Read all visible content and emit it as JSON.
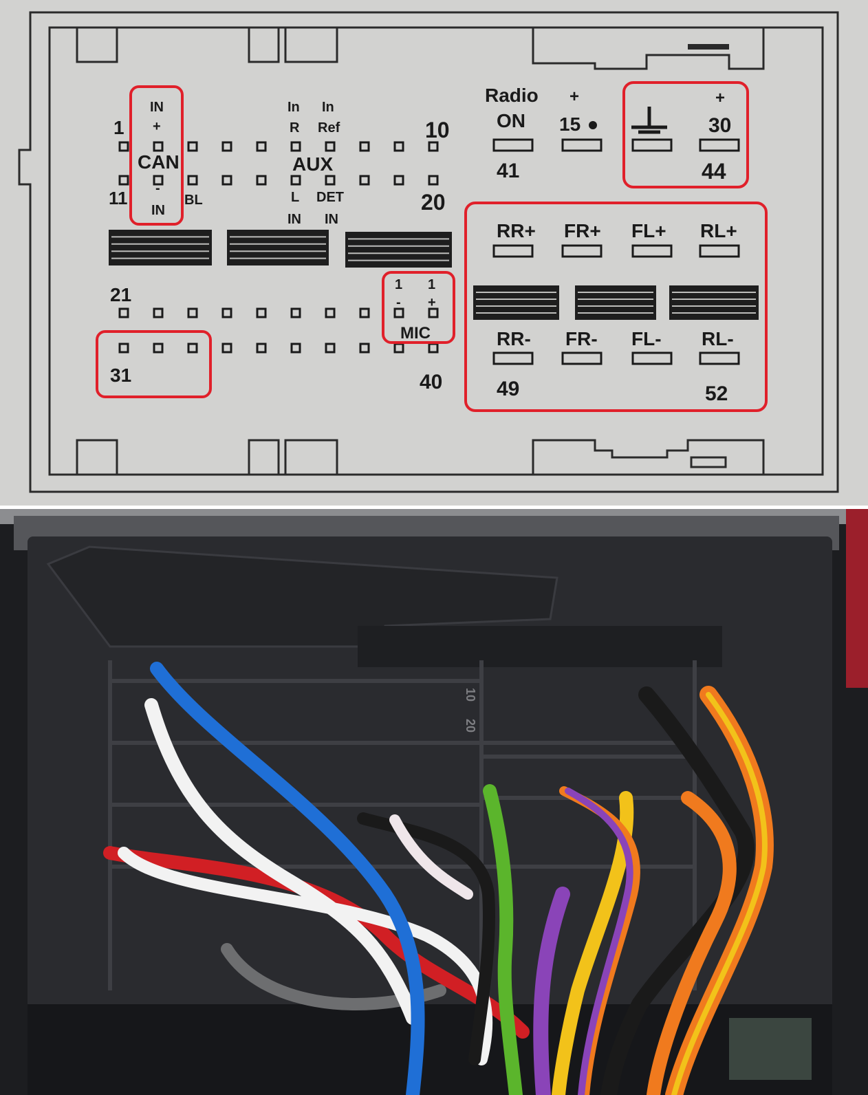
{
  "diagram": {
    "pin_numbers": {
      "p1": "1",
      "p10": "10",
      "p11": "11",
      "p20": "20",
      "p21": "21",
      "p31": "31",
      "p40": "40",
      "p41": "41",
      "p44": "44",
      "p49": "49",
      "p52": "52"
    },
    "can": {
      "top_line1": "IN",
      "top_line2": "+",
      "label": "CAN",
      "bottom_line1": "-",
      "bottom_line2": "IN",
      "bl": "BL"
    },
    "aux": {
      "label": "AUX",
      "top_left1": "In",
      "top_left2": "R",
      "top_right1": "In",
      "top_right2": "Ref",
      "bottom_left1": "L",
      "bottom_left2": "IN",
      "bottom_right1": "DET",
      "bottom_right2": "IN"
    },
    "mic": {
      "label": "MIC",
      "col1_top": "1",
      "col1_sign": "-",
      "col2_top": "1",
      "col2_sign": "+"
    },
    "power": {
      "radio_on_line1": "Radio",
      "radio_on_line2": "ON",
      "ign_plus": "+",
      "ign_label": "15",
      "batt_plus": "+",
      "batt_label": "30"
    },
    "speakers": {
      "top": [
        "RR+",
        "FR+",
        "FL+",
        "RL+"
      ],
      "bottom": [
        "RR-",
        "FR-",
        "FL-",
        "RL-"
      ]
    },
    "highlight_color": "#e0202a"
  },
  "photo": {
    "connector_marks": {
      "m10": "10",
      "m20": "20"
    },
    "wire_colors": {
      "blue": "#1f6fd6",
      "white": "#f2f2f2",
      "red": "#d11f24",
      "black": "#1a1a1a",
      "white_pink": "#efe6ea",
      "green": "#5bb52c",
      "purple": "#8a44b8",
      "yellow": "#f2c21a",
      "orange": "#f07a1e",
      "gray": "#6d6e70"
    }
  }
}
